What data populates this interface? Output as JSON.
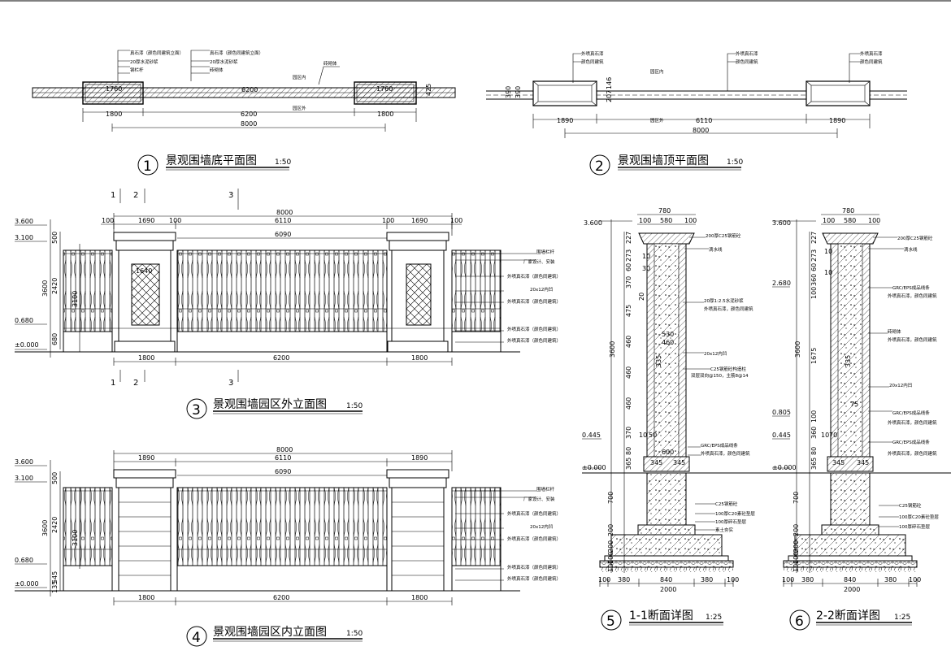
{
  "views": [
    {
      "id": "v1",
      "number": "1",
      "title": "景观围墙底平面图",
      "scale": "1:50"
    },
    {
      "id": "v2",
      "number": "2",
      "title": "景观围墙顶平面图",
      "scale": "1:50"
    },
    {
      "id": "v3",
      "number": "3",
      "title": "景观围墙园区外立面图",
      "scale": "1:50"
    },
    {
      "id": "v4",
      "number": "4",
      "title": "景观围墙园区内立面图",
      "scale": "1:50"
    },
    {
      "id": "v5",
      "number": "5",
      "title": "1-1断面详图",
      "scale": "1:25"
    },
    {
      "id": "v6",
      "number": "6",
      "title": "2-2断面详图",
      "scale": "1:25"
    }
  ],
  "plan_bottom": {
    "dims": {
      "pier_left": "1800",
      "span": "6200",
      "pier_right": "1800",
      "total": "8000",
      "span_inner": "6200",
      "pier_inner_left": "1760",
      "pier_inner_right": "1760",
      "depth": "425"
    },
    "notes": [
      "真石漆（颜色同建筑立面）",
      "20厚水泥砂浆",
      "钢栏杆",
      "真石漆（颜色同建筑立面）",
      "20厚水泥砂浆",
      "砖砌体",
      "砖砌体",
      "园区内",
      "园区外"
    ]
  },
  "plan_top": {
    "dims": {
      "pier_left": "1890",
      "span": "6110",
      "pier_right": "1890",
      "total": "8000",
      "d1": "390",
      "d2": "390",
      "d3": "207",
      "d4": "146"
    },
    "notes": [
      "外喷真石漆",
      "颜色同建筑",
      "外喷真石漆",
      "颜色同建筑",
      "外喷真石漆",
      "颜色同建筑",
      "园区内",
      "园区外"
    ]
  },
  "elev_out": {
    "levels": [
      "3.600",
      "3.100",
      "0.680",
      "±0.000"
    ],
    "vdims": [
      "500",
      "2420",
      "680",
      "3600",
      "3100"
    ],
    "top_dims": [
      "100",
      "1690",
      "100",
      "6110",
      "100",
      "1690",
      "100"
    ],
    "total": "8000",
    "inner": "6090",
    "bottom_dims": [
      "1800",
      "6200",
      "1800"
    ],
    "pier_label": "1640",
    "sections": [
      "1",
      "2",
      "3"
    ],
    "notes": [
      "围墙栏杆",
      "厂家设计、安装",
      "外喷真石漆（颜色同建筑）",
      "20x12内凹",
      "外喷真石漆（颜色同建筑）",
      "外喷真石漆（颜色同建筑）",
      "外喷真石漆（颜色同建筑）"
    ]
  },
  "elev_in": {
    "levels": [
      "3.600",
      "3.100",
      "0.680",
      "±0.000"
    ],
    "vdims": [
      "500",
      "2420",
      "545",
      "135",
      "3600",
      "3100"
    ],
    "top_dims": [
      "1890",
      "6110",
      "1890"
    ],
    "total": "8000",
    "inner": "6090",
    "bottom_dims": [
      "1800",
      "6200",
      "1800"
    ],
    "notes": [
      "围墙栏杆",
      "厂家设计、安装",
      "外喷真石漆（颜色同建筑）",
      "20x12内凹",
      "外喷真石漆（颜色同建筑）",
      "外喷真石漆（颜色同建筑）",
      "外喷真石漆（颜色同建筑）"
    ]
  },
  "sec1": {
    "levels": [
      "3.600",
      "0.445",
      "±0.000"
    ],
    "top_dims": [
      "780",
      "100",
      "580",
      "100"
    ],
    "vdims": [
      "227",
      "273",
      "60",
      "370",
      "475",
      "460",
      "460",
      "460",
      "370",
      "80",
      "365",
      "700",
      "200",
      "200",
      "100",
      "100",
      "3600"
    ],
    "inner_dims": [
      "10",
      "30",
      "20",
      "530",
      "460",
      "335",
      "10",
      "50",
      "600",
      "345",
      "345"
    ],
    "bottom_dims": [
      "100",
      "380",
      "840",
      "380",
      "100"
    ],
    "total": "2000",
    "notes": [
      "200厚C25钢筋砼",
      "滴水线",
      "20厚1:2.5水泥砂浆",
      "外喷真石漆，颜色同建筑",
      "20x12内凹",
      "C25钢筋砼构造柱",
      "双层双向@150，主筋8@14",
      "GRC/EPS成品线条",
      "外喷真石漆，颜色同建筑",
      "C25钢筋砼",
      "100厚C20素砼垫层",
      "100厚碎石垫层",
      "素土夯实"
    ]
  },
  "sec2": {
    "levels": [
      "3.600",
      "2.680",
      "0.805",
      "0.445",
      "±0.000"
    ],
    "top_dims": [
      "780",
      "100",
      "580",
      "100"
    ],
    "vdims": [
      "227",
      "273",
      "60",
      "360",
      "100",
      "1675",
      "100",
      "360",
      "80",
      "365",
      "700",
      "200",
      "200",
      "100",
      "100",
      "3600"
    ],
    "inner_dims": [
      "10",
      "10",
      "75",
      "10",
      "70",
      "335",
      "345",
      "345"
    ],
    "bottom_dims": [
      "100",
      "380",
      "840",
      "380",
      "100"
    ],
    "total": "2000",
    "notes": [
      "200厚C25钢筋砼",
      "滴水线",
      "GRC/EPS成品线条",
      "外喷真石漆，颜色同建筑",
      "砖砌体",
      "外喷真石漆，颜色同建筑",
      "20x12内凹",
      "GRC/EPS成品线条",
      "外喷真石漆，颜色同建筑",
      "GRC/EPS成品线条",
      "外喷真石漆，颜色同建筑",
      "C25钢筋砼",
      "100厚C20素砼垫层",
      "100厚碎石垫层"
    ]
  }
}
